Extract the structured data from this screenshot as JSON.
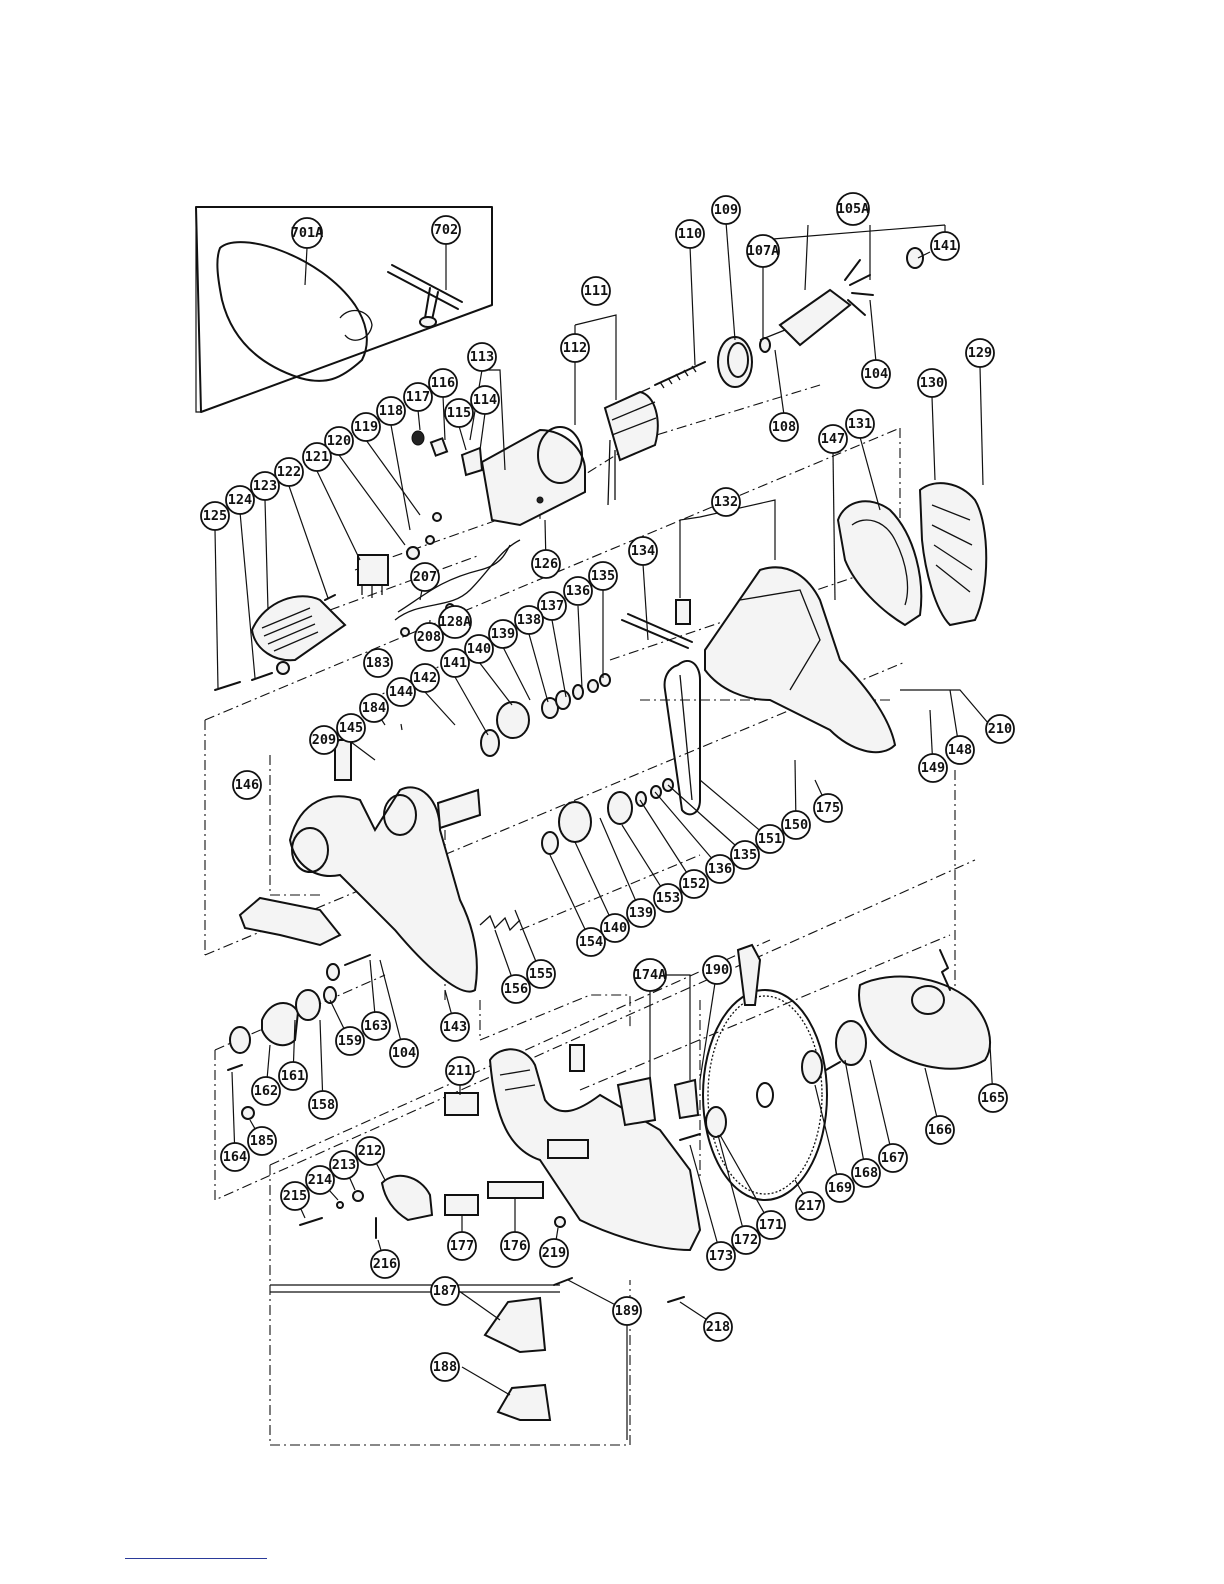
{
  "labels": [
    {
      "id": "701A",
      "text": "701A"
    },
    {
      "id": "702",
      "text": "702"
    },
    {
      "id": "109",
      "text": "109"
    },
    {
      "id": "105A",
      "text": "105A"
    },
    {
      "id": "110",
      "text": "110"
    },
    {
      "id": "107A",
      "text": "107A"
    },
    {
      "id": "141a",
      "text": "141"
    },
    {
      "id": "111",
      "text": "111"
    },
    {
      "id": "112",
      "text": "112"
    },
    {
      "id": "104a",
      "text": "104"
    },
    {
      "id": "108",
      "text": "108"
    },
    {
      "id": "129",
      "text": "129"
    },
    {
      "id": "130",
      "text": "130"
    },
    {
      "id": "131",
      "text": "131"
    },
    {
      "id": "147",
      "text": "147"
    },
    {
      "id": "113",
      "text": "113"
    },
    {
      "id": "116",
      "text": "116"
    },
    {
      "id": "117",
      "text": "117"
    },
    {
      "id": "115",
      "text": "115"
    },
    {
      "id": "114",
      "text": "114"
    },
    {
      "id": "118",
      "text": "118"
    },
    {
      "id": "119",
      "text": "119"
    },
    {
      "id": "120",
      "text": "120"
    },
    {
      "id": "121",
      "text": "121"
    },
    {
      "id": "122",
      "text": "122"
    },
    {
      "id": "123",
      "text": "123"
    },
    {
      "id": "124",
      "text": "124"
    },
    {
      "id": "125",
      "text": "125"
    },
    {
      "id": "132",
      "text": "132"
    },
    {
      "id": "126",
      "text": "126"
    },
    {
      "id": "134",
      "text": "134"
    },
    {
      "id": "135a",
      "text": "135"
    },
    {
      "id": "136a",
      "text": "136"
    },
    {
      "id": "137",
      "text": "137"
    },
    {
      "id": "207",
      "text": "207"
    },
    {
      "id": "138",
      "text": "138"
    },
    {
      "id": "139a",
      "text": "139"
    },
    {
      "id": "128A",
      "text": "128A"
    },
    {
      "id": "208",
      "text": "208"
    },
    {
      "id": "140a",
      "text": "140"
    },
    {
      "id": "141b",
      "text": "141"
    },
    {
      "id": "142",
      "text": "142"
    },
    {
      "id": "183",
      "text": "183"
    },
    {
      "id": "144",
      "text": "144"
    },
    {
      "id": "184",
      "text": "184"
    },
    {
      "id": "145",
      "text": "145"
    },
    {
      "id": "209",
      "text": "209"
    },
    {
      "id": "210",
      "text": "210"
    },
    {
      "id": "148",
      "text": "148"
    },
    {
      "id": "149",
      "text": "149"
    },
    {
      "id": "146",
      "text": "146"
    },
    {
      "id": "175",
      "text": "175"
    },
    {
      "id": "150",
      "text": "150"
    },
    {
      "id": "151",
      "text": "151"
    },
    {
      "id": "135b",
      "text": "135"
    },
    {
      "id": "136b",
      "text": "136"
    },
    {
      "id": "152",
      "text": "152"
    },
    {
      "id": "153",
      "text": "153"
    },
    {
      "id": "139b",
      "text": "139"
    },
    {
      "id": "140b",
      "text": "140"
    },
    {
      "id": "154",
      "text": "154"
    },
    {
      "id": "155",
      "text": "155"
    },
    {
      "id": "156",
      "text": "156"
    },
    {
      "id": "174A",
      "text": "174A"
    },
    {
      "id": "190",
      "text": "190"
    },
    {
      "id": "143",
      "text": "143"
    },
    {
      "id": "163",
      "text": "163"
    },
    {
      "id": "159",
      "text": "159"
    },
    {
      "id": "104b",
      "text": "104"
    },
    {
      "id": "161",
      "text": "161"
    },
    {
      "id": "162",
      "text": "162"
    },
    {
      "id": "158",
      "text": "158"
    },
    {
      "id": "164",
      "text": "164"
    },
    {
      "id": "185",
      "text": "185"
    },
    {
      "id": "211",
      "text": "211"
    },
    {
      "id": "165",
      "text": "165"
    },
    {
      "id": "166",
      "text": "166"
    },
    {
      "id": "167",
      "text": "167"
    },
    {
      "id": "168",
      "text": "168"
    },
    {
      "id": "169",
      "text": "169"
    },
    {
      "id": "217",
      "text": "217"
    },
    {
      "id": "171",
      "text": "171"
    },
    {
      "id": "172",
      "text": "172"
    },
    {
      "id": "173",
      "text": "173"
    },
    {
      "id": "212",
      "text": "212"
    },
    {
      "id": "213",
      "text": "213"
    },
    {
      "id": "214",
      "text": "214"
    },
    {
      "id": "215",
      "text": "215"
    },
    {
      "id": "216",
      "text": "216"
    },
    {
      "id": "177",
      "text": "177"
    },
    {
      "id": "176",
      "text": "176"
    },
    {
      "id": "219",
      "text": "219"
    },
    {
      "id": "187",
      "text": "187"
    },
    {
      "id": "189",
      "text": "189"
    },
    {
      "id": "218",
      "text": "218"
    },
    {
      "id": "188",
      "text": "188"
    }
  ]
}
